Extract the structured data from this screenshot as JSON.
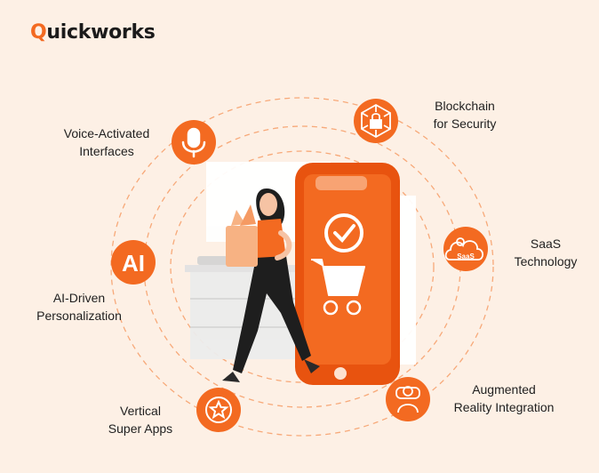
{
  "brand": {
    "name_rest": "uickworks",
    "name_initial": "Q"
  },
  "colors": {
    "accent": "#F36A21",
    "background": "#FDF0E5",
    "text": "#1F1F1F"
  },
  "features": [
    {
      "id": "voice",
      "lines": [
        "Voice-Activated",
        "Interfaces"
      ],
      "icon": "microphone-icon"
    },
    {
      "id": "blockchain",
      "lines": [
        "Blockchain",
        "for Security"
      ],
      "icon": "blockchain-lock-icon"
    },
    {
      "id": "saas",
      "lines": [
        "SaaS",
        "Technology"
      ],
      "icon": "saas-cloud-gear-icon"
    },
    {
      "id": "ai",
      "lines": [
        "AI-Driven",
        "Personalization"
      ],
      "icon": "ai-icon",
      "icon_text": "AI"
    },
    {
      "id": "ar",
      "lines": [
        "Augmented",
        "Reality Integration"
      ],
      "icon": "vr-headset-icon"
    },
    {
      "id": "super",
      "lines": [
        "Vertical",
        "Super Apps"
      ],
      "icon": "star-badge-icon"
    }
  ],
  "saas_badge_text": "SaaS"
}
